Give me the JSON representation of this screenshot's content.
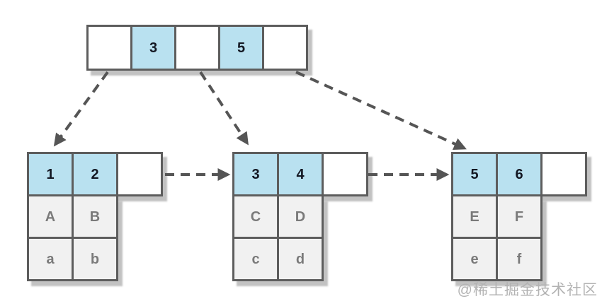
{
  "diagram_title": "bplus-tree-structure",
  "root": {
    "cells": [
      "",
      "3",
      "",
      "5",
      ""
    ]
  },
  "leaves": [
    {
      "keys": [
        "1",
        "2",
        ""
      ],
      "rows": [
        [
          "A",
          "B"
        ],
        [
          "a",
          "b"
        ]
      ]
    },
    {
      "keys": [
        "3",
        "4",
        ""
      ],
      "rows": [
        [
          "C",
          "D"
        ],
        [
          "c",
          "d"
        ]
      ]
    },
    {
      "keys": [
        "5",
        "6",
        ""
      ],
      "rows": [
        [
          "E",
          "F"
        ],
        [
          "e",
          "f"
        ]
      ]
    }
  ],
  "watermark": "@稀土掘金技术社区",
  "colors": {
    "key_fill": "#b9e1f0",
    "empty_fill": "#ffffff",
    "value_fill": "#f1f1f1",
    "border": "#5d5d5d",
    "arrow": "#555555",
    "key_text": "#131722",
    "value_text": "#7a7a7a",
    "watermark_text": "#b3b3b3"
  }
}
